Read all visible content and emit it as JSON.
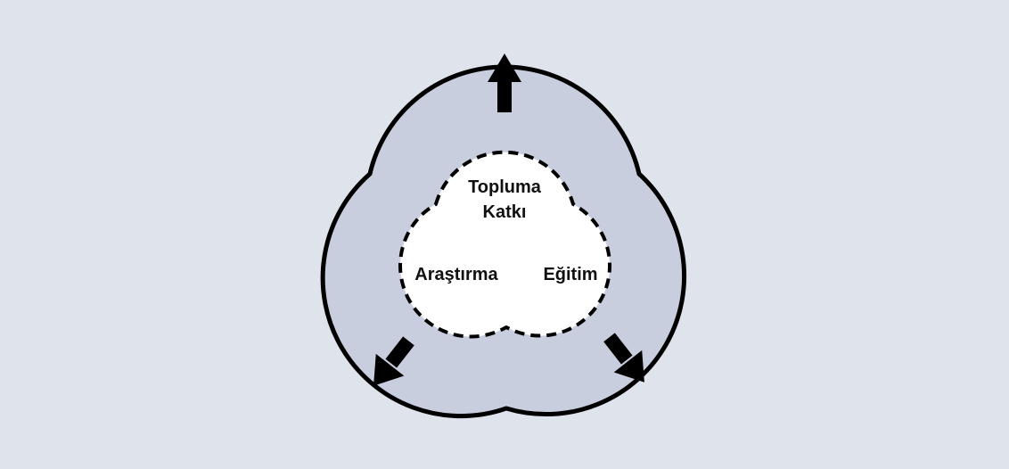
{
  "diagram": {
    "labels": {
      "top_line1": "Topluma",
      "top_line2": "Katkı",
      "left": "Araştırma",
      "right": "Eğitim"
    },
    "colors": {
      "background": "#dfe3ec",
      "outer_fill": "#c9cedf",
      "inner_fill": "#ffffff",
      "stroke": "#000000"
    },
    "arrows": {
      "directions": [
        "up",
        "down-left",
        "down-right"
      ]
    }
  }
}
